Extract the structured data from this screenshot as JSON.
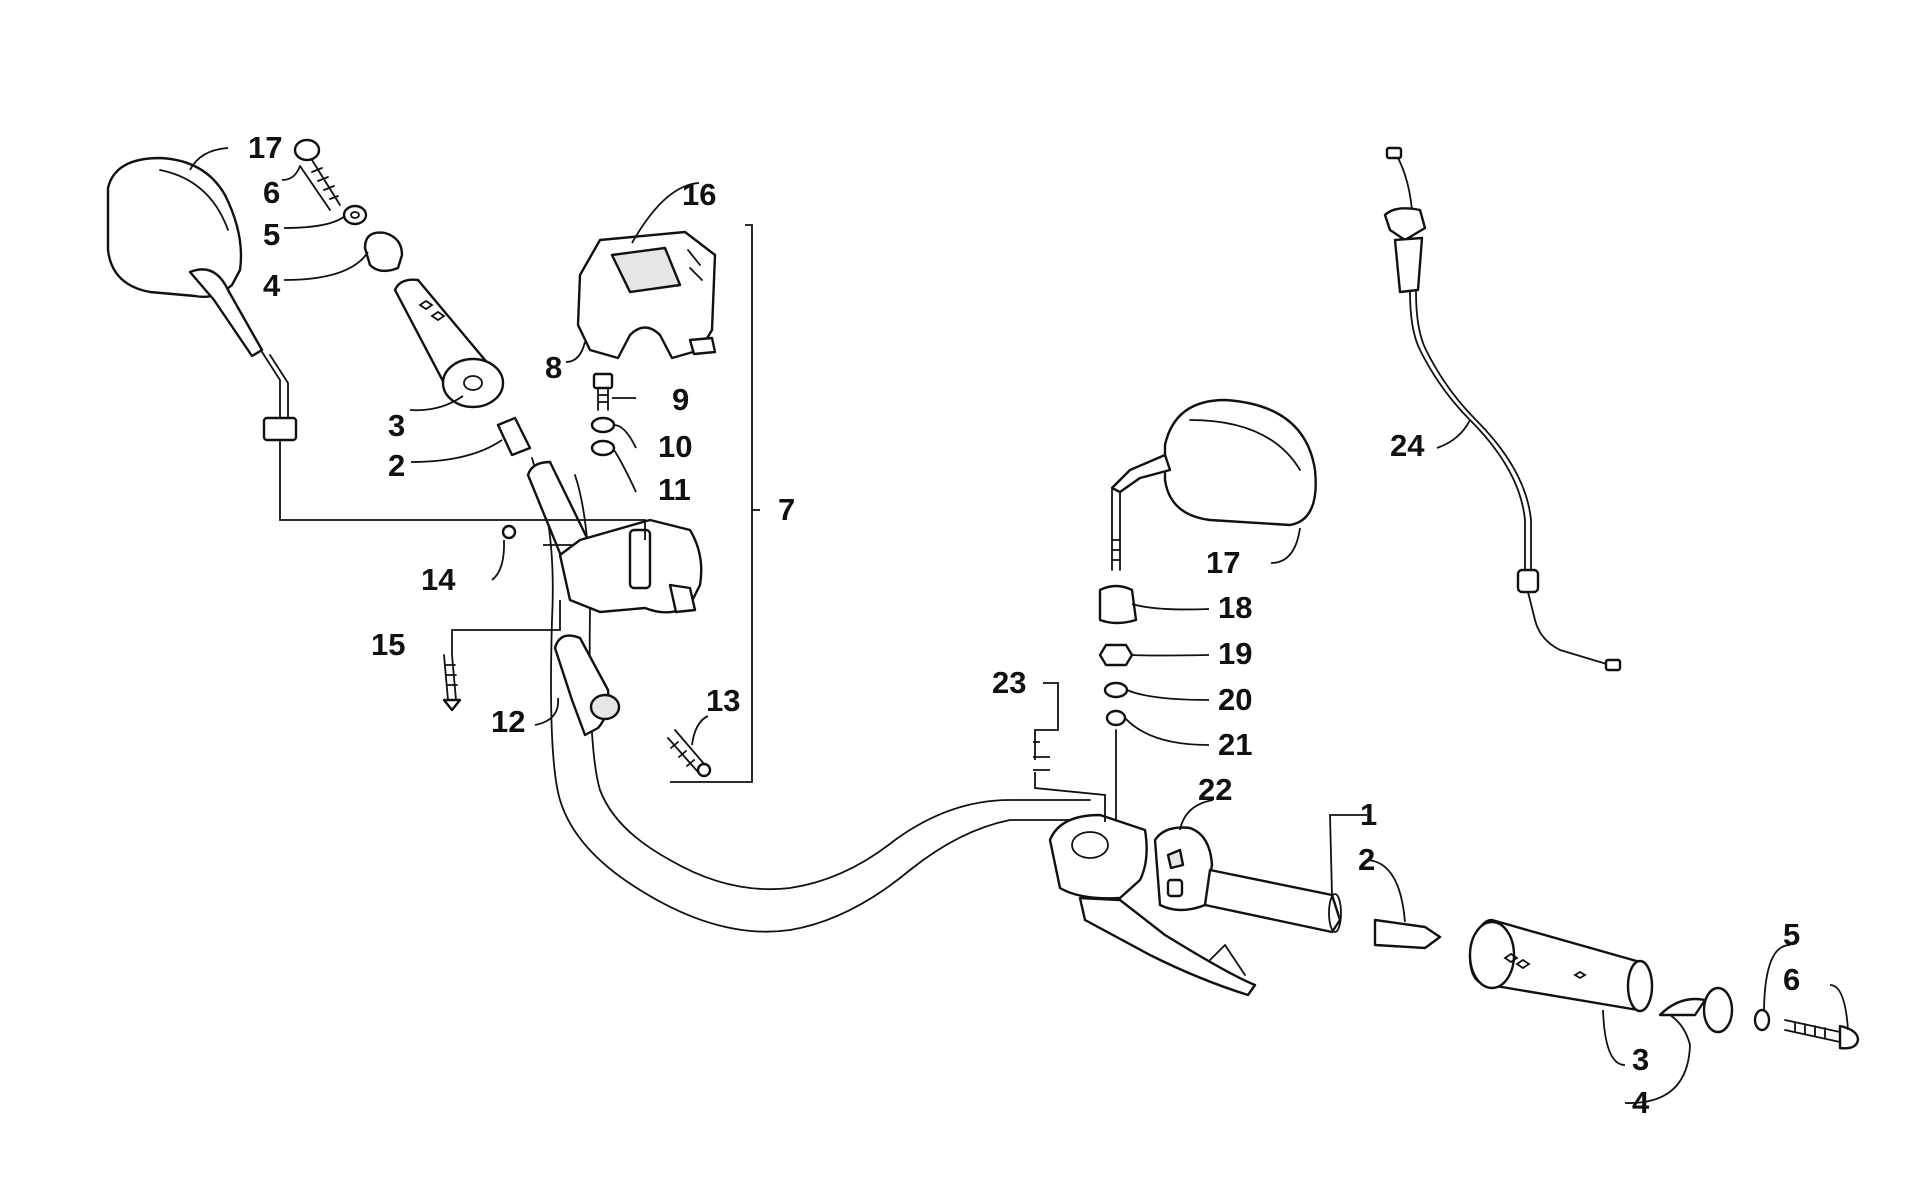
{
  "callouts": [
    {
      "id": "c17a",
      "text": "17"
    },
    {
      "id": "c6a",
      "text": "6"
    },
    {
      "id": "c5a",
      "text": "5"
    },
    {
      "id": "c4a",
      "text": "4"
    },
    {
      "id": "c3a",
      "text": "3"
    },
    {
      "id": "c2a",
      "text": "2"
    },
    {
      "id": "c16",
      "text": "16"
    },
    {
      "id": "c8",
      "text": "8"
    },
    {
      "id": "c9",
      "text": "9"
    },
    {
      "id": "c10",
      "text": "10"
    },
    {
      "id": "c11",
      "text": "11"
    },
    {
      "id": "c7",
      "text": "7"
    },
    {
      "id": "c14",
      "text": "14"
    },
    {
      "id": "c15",
      "text": "15"
    },
    {
      "id": "c12",
      "text": "12"
    },
    {
      "id": "c13",
      "text": "13"
    },
    {
      "id": "c24",
      "text": "24"
    },
    {
      "id": "c17b",
      "text": "17"
    },
    {
      "id": "c18",
      "text": "18"
    },
    {
      "id": "c19",
      "text": "19"
    },
    {
      "id": "c20",
      "text": "20"
    },
    {
      "id": "c21",
      "text": "21"
    },
    {
      "id": "c23",
      "text": "23"
    },
    {
      "id": "c22",
      "text": "22"
    },
    {
      "id": "c1",
      "text": "1"
    },
    {
      "id": "c2b",
      "text": "2"
    },
    {
      "id": "c5b",
      "text": "5"
    },
    {
      "id": "c6b",
      "text": "6"
    },
    {
      "id": "c3b",
      "text": "3"
    },
    {
      "id": "c4b",
      "text": "4"
    }
  ]
}
